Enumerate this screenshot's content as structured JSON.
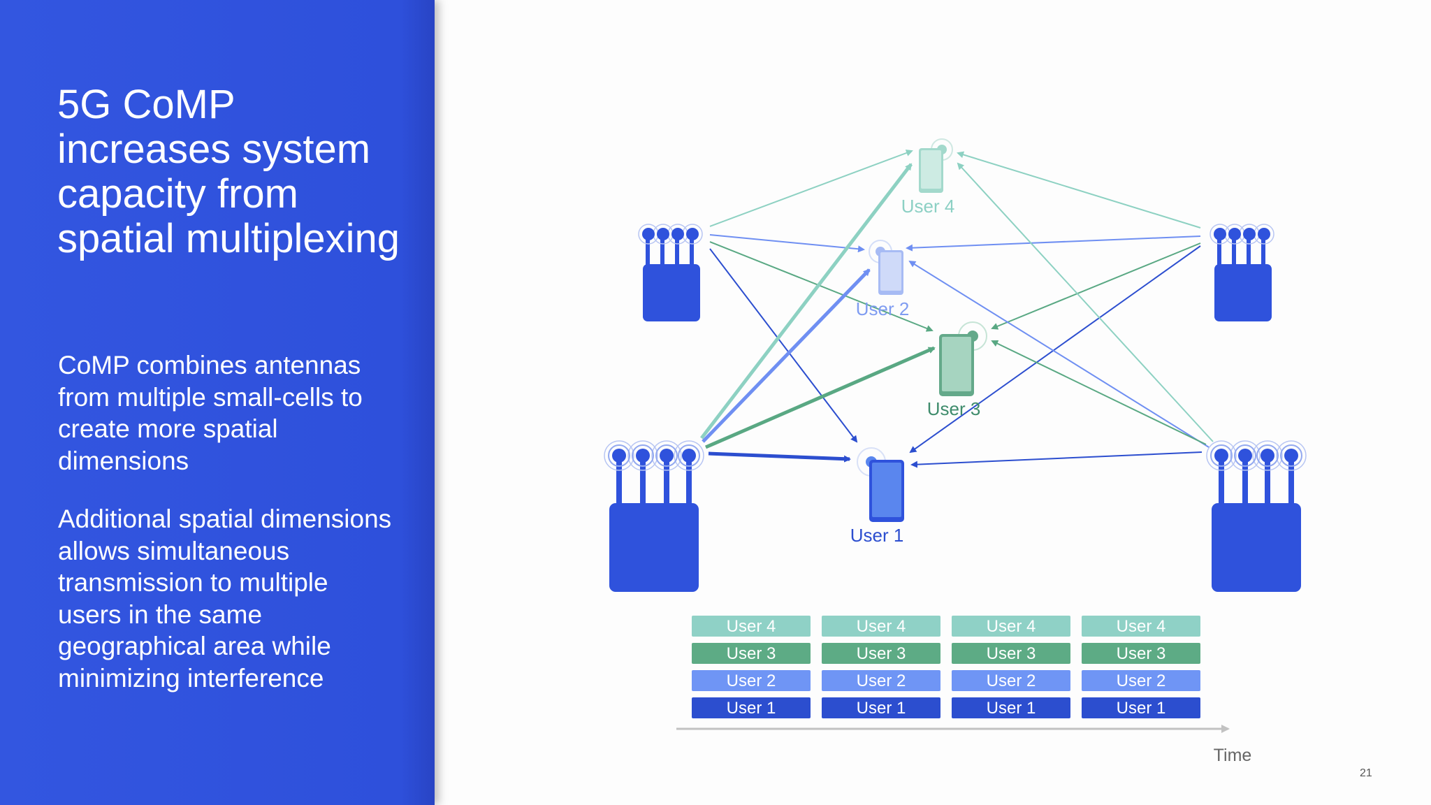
{
  "slide": {
    "title": "5G CoMP increases system capacity from spatial multiplexing",
    "paragraphs": [
      "CoMP combines antennas from multiple small-cells to create more spatial dimensions",
      "Additional spatial dimensions allows simultaneous transmission to multiple users in the same geographical area while minimizing interference"
    ],
    "page_number": "21"
  },
  "diagram": {
    "users": [
      {
        "label": "User 1",
        "color": "#5a86ee"
      },
      {
        "label": "User 2",
        "color": "#a7bbf4"
      },
      {
        "label": "User 3",
        "color": "#64a98a"
      },
      {
        "label": "User 4",
        "color": "#a3d9cc"
      }
    ],
    "label_colors": {
      "user1": "#2c4ecf",
      "user2": "#7f9cf1",
      "user3": "#3f8c6c",
      "user4": "#8cd0c4"
    },
    "base_station_color": "#2f52dc",
    "link_colors": {
      "user1": "#2c4ecf",
      "user2": "#6f8ff2",
      "user3": "#59a883",
      "user4": "#8dd1c2"
    },
    "schedule": {
      "rows_top_to_bottom": [
        "User 4",
        "User 3",
        "User 2",
        "User 1"
      ],
      "row_colors": [
        "#8fd1c6",
        "#5dab85",
        "#6f95f5",
        "#2c4ecf"
      ],
      "slot_count": 4
    },
    "time_axis_label": "Time"
  }
}
